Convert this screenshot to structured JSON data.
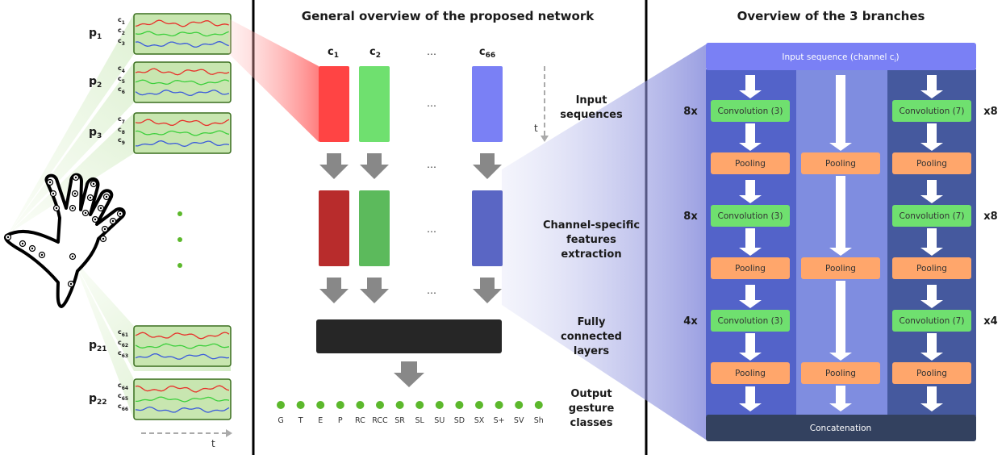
{
  "titles": {
    "middle": "General overview of the proposed network",
    "right": "Overview of the 3 branches"
  },
  "left": {
    "sensors": [
      {
        "p": "p",
        "psub": "1",
        "c": [
          [
            "c",
            "1"
          ],
          [
            "c",
            "2"
          ],
          [
            "c",
            "3"
          ]
        ]
      },
      {
        "p": "p",
        "psub": "2",
        "c": [
          [
            "c",
            "4"
          ],
          [
            "c",
            "5"
          ],
          [
            "c",
            "6"
          ]
        ]
      },
      {
        "p": "p",
        "psub": "3",
        "c": [
          [
            "c",
            "7"
          ],
          [
            "c",
            "8"
          ],
          [
            "c",
            "9"
          ]
        ]
      },
      {
        "p": "p",
        "psub": "21",
        "c": [
          [
            "c",
            "61"
          ],
          [
            "c",
            "62"
          ],
          [
            "c",
            "63"
          ]
        ]
      },
      {
        "p": "p",
        "psub": "22",
        "c": [
          [
            "c",
            "64"
          ],
          [
            "c",
            "65"
          ],
          [
            "c",
            "66"
          ]
        ]
      }
    ],
    "time_axis": "t",
    "colors": {
      "red": "#e8302a",
      "green": "#3ccf3c",
      "blue": "#3b5bdb",
      "panel": "#c8e6b0"
    }
  },
  "middle": {
    "channels": [
      {
        "label": "c",
        "sub": "1"
      },
      {
        "label": "c",
        "sub": "2"
      },
      {
        "label": "…",
        "sub": ""
      },
      {
        "label": "c",
        "sub": "66"
      }
    ],
    "ellipsis": "…",
    "time_axis": "t",
    "side_labels": {
      "input": [
        "Input",
        "sequences"
      ],
      "features": [
        "Channel-specific",
        "features",
        "extraction"
      ],
      "fc": [
        "Fully",
        "connected",
        "layers"
      ],
      "output": [
        "Output",
        "gesture",
        "classes"
      ]
    },
    "colors": {
      "input": [
        "#ff4444",
        "#6fe06f",
        "#7a80f5"
      ],
      "features": [
        "#b82c2c",
        "#5cba5c",
        "#5a66c4"
      ],
      "fc": "#262626",
      "dot": "#5cb82c"
    },
    "classes": [
      "G",
      "T",
      "E",
      "P",
      "RC",
      "RCC",
      "SR",
      "SL",
      "SU",
      "SD",
      "SX",
      "S+",
      "SV",
      "Sh"
    ]
  },
  "right": {
    "header": "Input sequence (channel c",
    "header_sub": "i",
    "header_end": ")",
    "footer": "Concatenation",
    "conv_left": "Convolution (3)",
    "conv_right": "Convolution (7)",
    "pooling": "Pooling",
    "left_mult": [
      "8x",
      "8x",
      "4x"
    ],
    "right_mult": [
      "x8",
      "x8",
      "x4"
    ],
    "colors": {
      "header": "#7a80f5",
      "col_left": "#5363c9",
      "col_mid": "#7f8de0",
      "col_right": "#45599e",
      "footer": "#33415f",
      "conv": "#6fe06f",
      "pool": "#ffa66b"
    }
  }
}
